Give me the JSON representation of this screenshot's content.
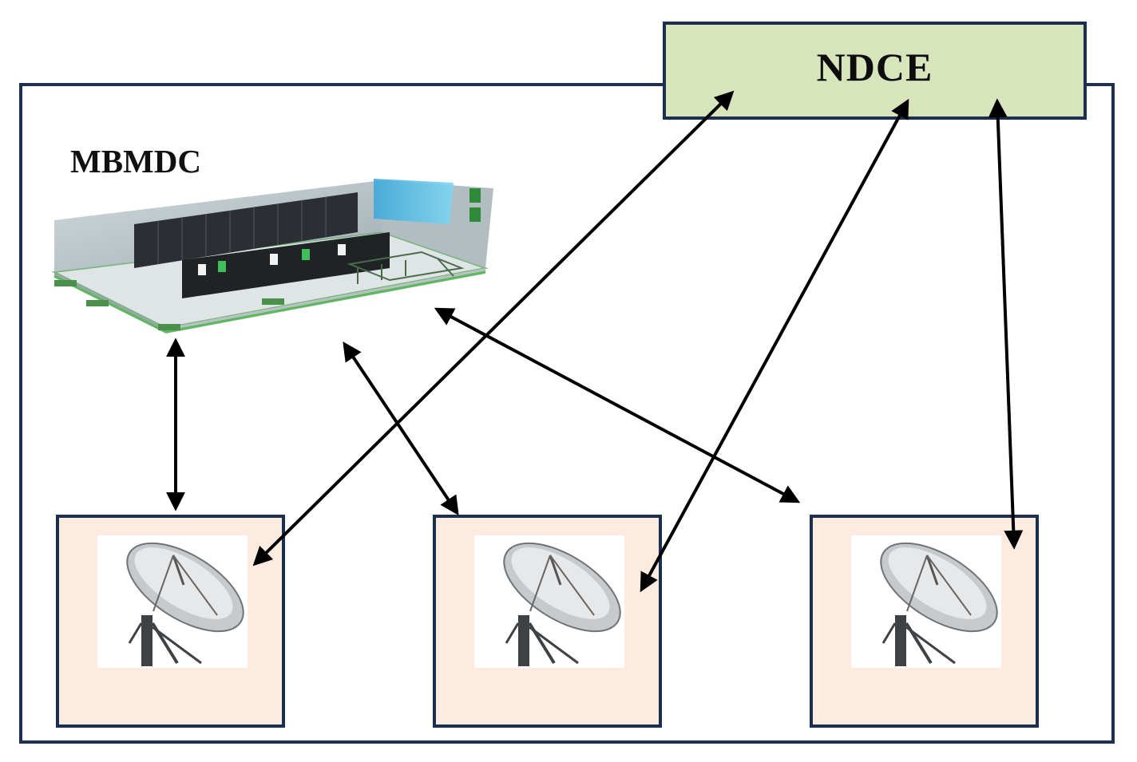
{
  "ndce": {
    "label": "NDCE"
  },
  "mbmdc": {
    "label": "MBMDC"
  },
  "stations": [
    {
      "id": "station-1",
      "icon": "satellite-dish-icon"
    },
    {
      "id": "station-2",
      "icon": "satellite-dish-icon"
    },
    {
      "id": "station-3",
      "icon": "satellite-dish-icon"
    }
  ],
  "links": [
    {
      "from": "mbmdc",
      "to": "station-1",
      "direction": "bidirectional"
    },
    {
      "from": "mbmdc",
      "to": "station-2",
      "direction": "bidirectional"
    },
    {
      "from": "mbmdc",
      "to": "station-3",
      "direction": "bidirectional"
    },
    {
      "from": "ndce",
      "to": "station-1",
      "direction": "bidirectional"
    },
    {
      "from": "ndce",
      "to": "station-2",
      "direction": "bidirectional"
    },
    {
      "from": "ndce",
      "to": "station-3",
      "direction": "bidirectional"
    }
  ],
  "colors": {
    "frame": "#1c2f4f",
    "ndce_fill": "#d8e4bc",
    "station_fill": "#fcebde",
    "arrow": "#000000"
  }
}
